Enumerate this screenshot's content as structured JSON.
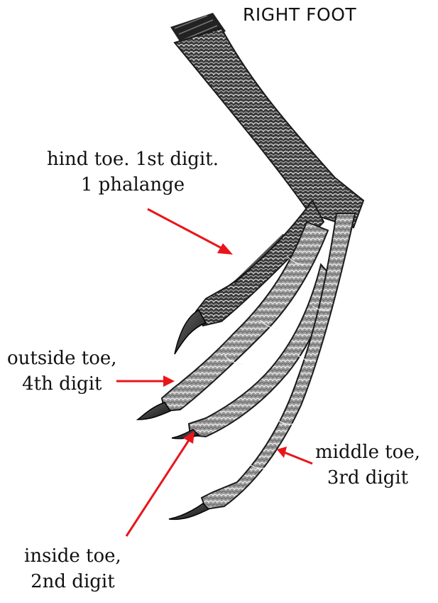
{
  "title": "RIGHT FOOT",
  "labels": {
    "hind_toe": {
      "line1": "hind toe. 1st digit.",
      "line2": "1 phalange"
    },
    "outside_toe": {
      "line1": "outside toe,",
      "line2": "4th digit"
    },
    "middle_toe": {
      "line1": "middle toe,",
      "line2": "3rd digit"
    },
    "inside_toe": {
      "line1": "inside toe,",
      "line2": "2nd digit"
    }
  },
  "colors": {
    "arrow": "#e8161b",
    "text": "#111111",
    "background": "#ffffff",
    "scale_dark": "#2a2a2a",
    "scale_light": "#d8d8d8"
  }
}
